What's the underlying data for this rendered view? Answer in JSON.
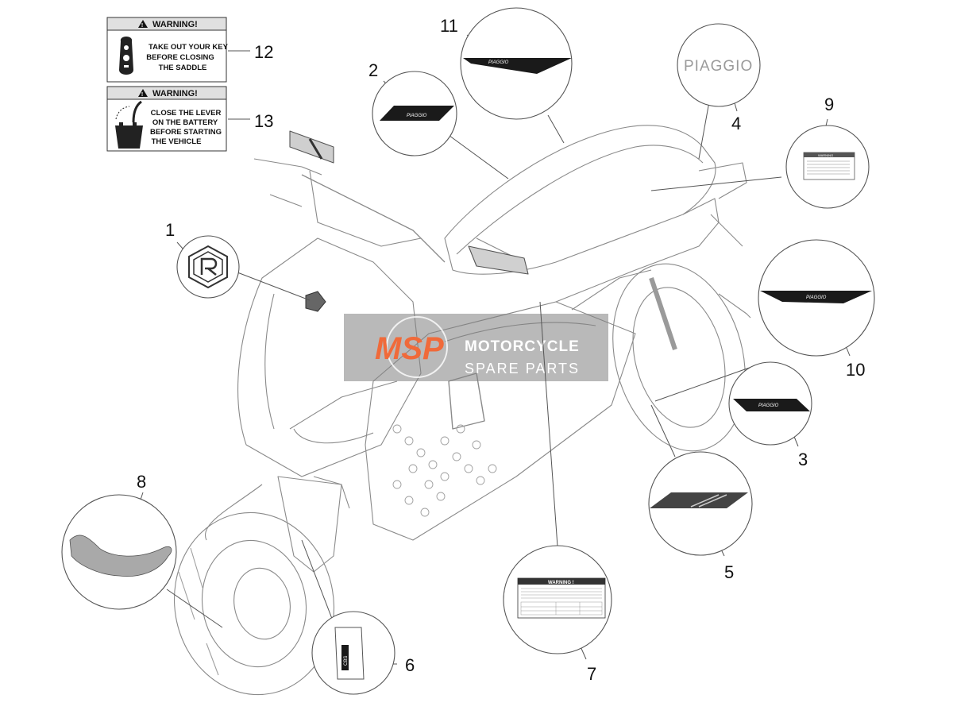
{
  "callouts": {
    "c1": "1",
    "c2": "2",
    "c3": "3",
    "c4": "4",
    "c5": "5",
    "c6": "6",
    "c7": "7",
    "c8": "8",
    "c9": "9",
    "c10": "10",
    "c11": "11",
    "c12": "12",
    "c13": "13"
  },
  "warning_key": {
    "header": "WARNING!",
    "line1": "TAKE OUT YOUR KEY",
    "line2": "BEFORE CLOSING",
    "line3": "THE SADDLE"
  },
  "warning_battery": {
    "header": "WARNING!",
    "line1": "CLOSE THE LEVER",
    "line2": "ON THE BATTERY",
    "line3": "BEFORE STARTING",
    "line4": "THE VEHICLE"
  },
  "decals": {
    "brand_logo": "PIAGGIO",
    "side_script_small": "PIAGGIO",
    "stripe_script": "PIAGGIO",
    "tire_label_header": "WARNING !",
    "battery_label_header": "WARNING",
    "fork_label": "CBS"
  },
  "watermark": {
    "logo": "MSP",
    "title": "MOTORCYCLE",
    "subtitle": "SPARE PARTS"
  },
  "colors": {
    "line": "#555555",
    "decal_dark": "#1a1a1a",
    "saddle_grey": "#a9a9a9",
    "watermark_accent": "#f06a3a"
  }
}
